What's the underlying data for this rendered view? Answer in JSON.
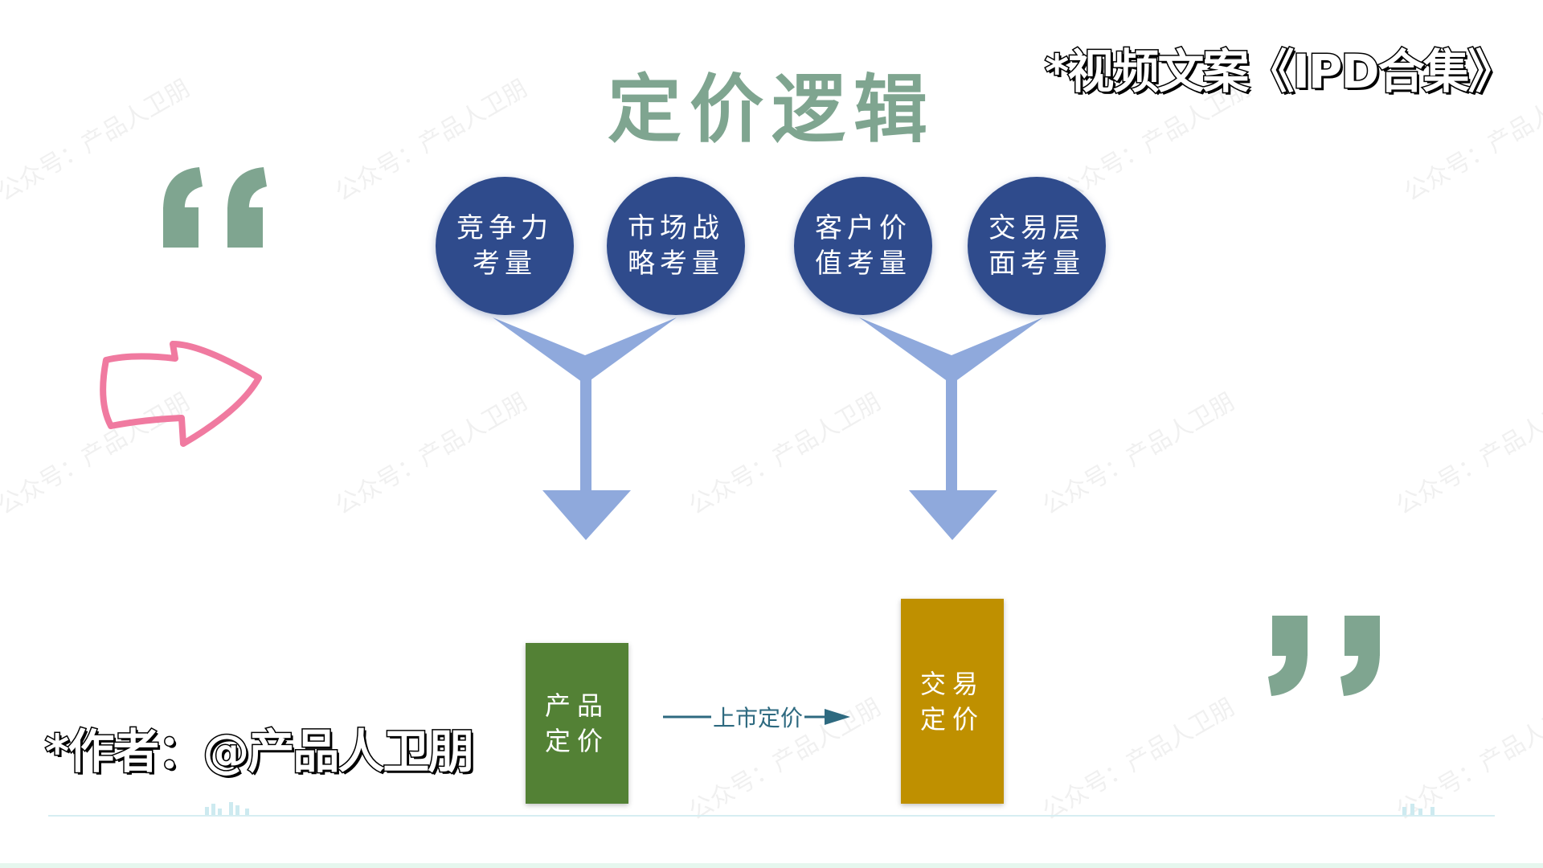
{
  "title": "定价逻辑",
  "series_tag": "*视频文案《IPD合集》",
  "author_tag": "*作者：@产品人卫朋",
  "watermark": "公众号：产品人卫朋",
  "circles": [
    {
      "label": "竞争力考量"
    },
    {
      "label": "市场战略考量"
    },
    {
      "label": "客户价值考量"
    },
    {
      "label": "交易层面考量"
    }
  ],
  "outputs": {
    "product_pricing": "产品定价",
    "trade_pricing": "交易定价"
  },
  "connector_label": "上市定价",
  "colors": {
    "title": "#7fa590",
    "circle": "#2f4b8c",
    "arrow": "#8fa9dc",
    "product_box": "#538135",
    "trade_box": "#bf9000",
    "quote_marks": "#7fa590",
    "hand_arrow": "#f07aa0",
    "connector": "#2e6a80"
  }
}
